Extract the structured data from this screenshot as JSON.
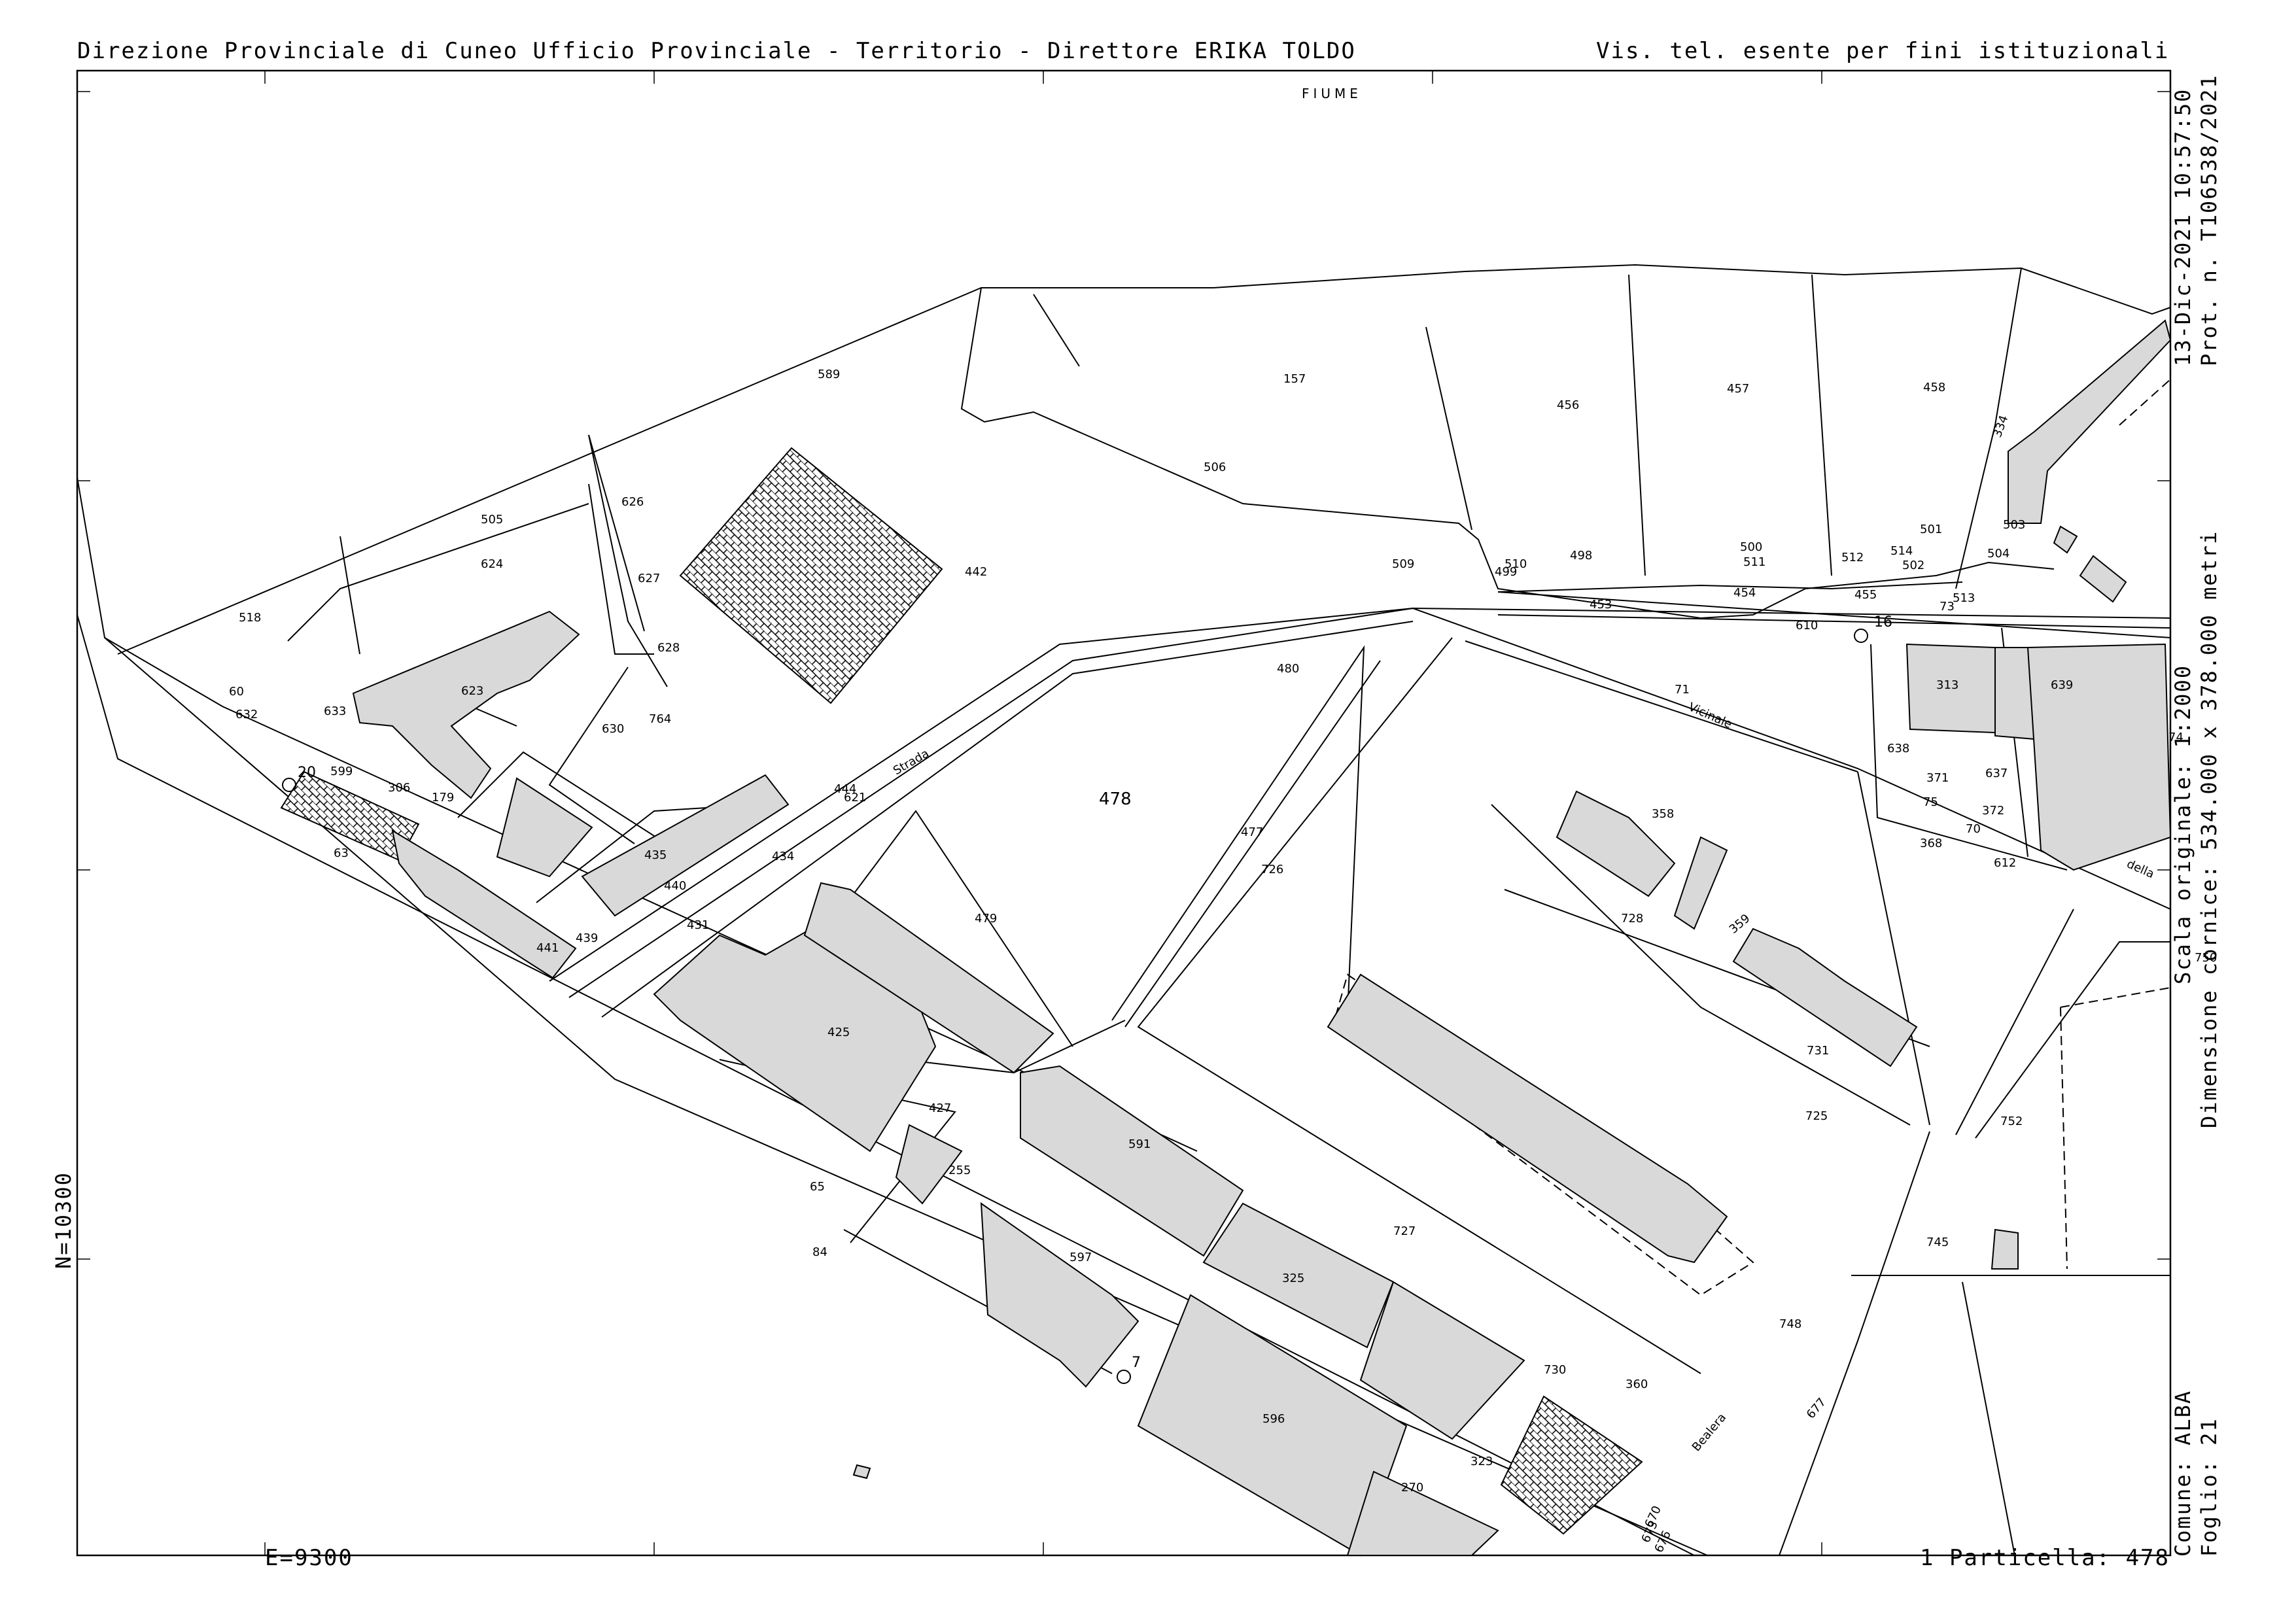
{
  "header": {
    "left": "Direzione Provinciale di Cuneo  Ufficio Provinciale - Territorio - Direttore ERIKA TOLDO",
    "right": "Vis. tel. esente per fini istituzionali"
  },
  "side": {
    "date": "13-Dic-2021 10:57:50",
    "protocol": "Prot. n. T106538/2021",
    "scale": "Scala originale: 1:2000",
    "dimension": "Dimensione cornice: 534.000 x 378.000 metri",
    "comune": "Comune: ALBA",
    "foglio": "Foglio: 21"
  },
  "footer": {
    "easting": "E=9300",
    "particella": "1 Particella: 478"
  },
  "northing": "N=10300",
  "labels": {
    "fiume": "FIUME",
    "strada": "Strada",
    "vicinale": "Vicinale",
    "della": "della",
    "bealera": "Bealera",
    "main_parcel": "478"
  },
  "markers": [
    "16",
    "20",
    "7"
  ],
  "parcels": [
    "589",
    "157",
    "456",
    "457",
    "458",
    "334",
    "506",
    "505",
    "626",
    "624",
    "627",
    "518",
    "628",
    "442",
    "509",
    "510",
    "499",
    "498",
    "500",
    "511",
    "512",
    "514",
    "501",
    "502",
    "504",
    "503",
    "513",
    "453",
    "454",
    "455",
    "73",
    "610",
    "60",
    "632",
    "633",
    "623",
    "630",
    "764",
    "480",
    "71",
    "313",
    "639",
    "74",
    "599",
    "306",
    "179",
    "638",
    "637",
    "371",
    "372",
    "75",
    "368",
    "612",
    "70",
    "621",
    "444",
    "435",
    "434",
    "63",
    "440",
    "431",
    "439",
    "441",
    "358",
    "728",
    "359",
    "731",
    "477",
    "726",
    "479",
    "425",
    "750",
    "752",
    "745",
    "725",
    "427",
    "255",
    "591",
    "65",
    "84",
    "597",
    "727",
    "325",
    "730",
    "360",
    "596",
    "323",
    "270",
    "748",
    "677",
    "670",
    "673",
    "676"
  ]
}
